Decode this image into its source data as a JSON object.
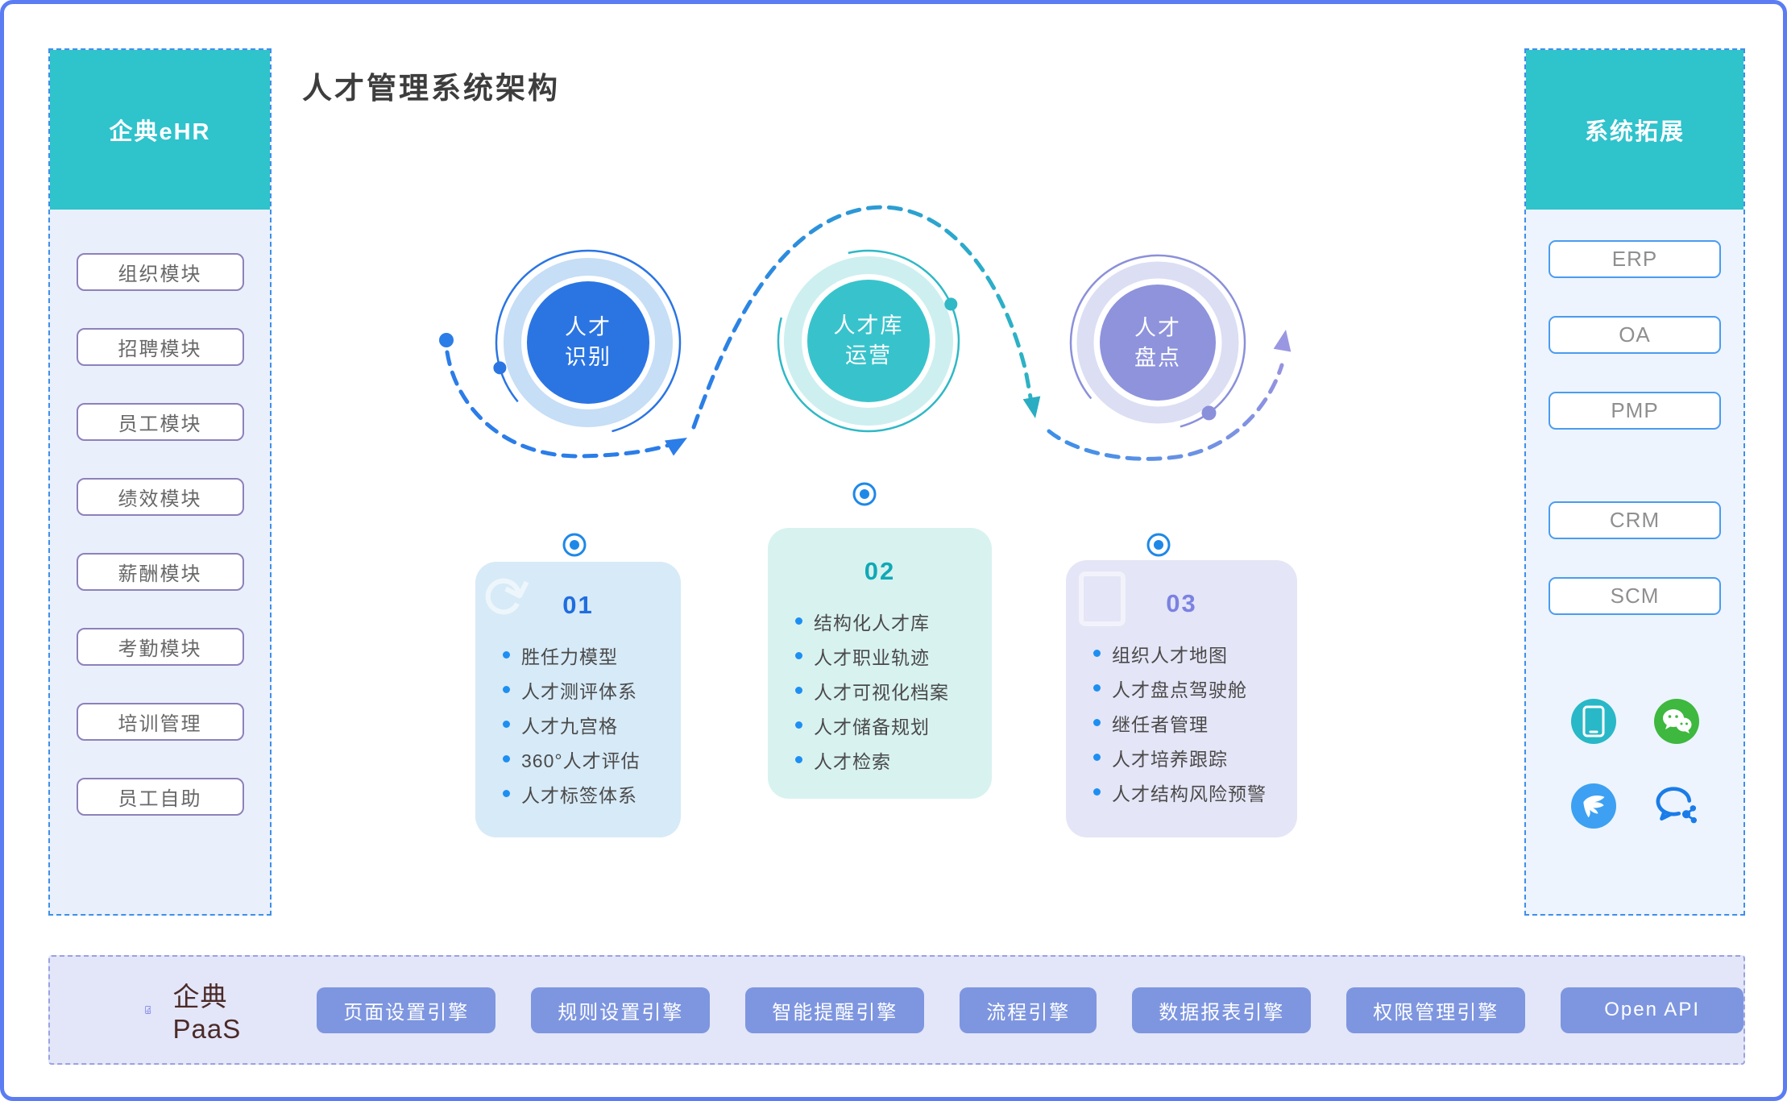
{
  "page_title": "人才管理系统架构",
  "left_sidebar": {
    "title": "企典eHR",
    "items": [
      "组织模块",
      "招聘模块",
      "员工模块",
      "绩效模块",
      "薪酬模块",
      "考勤模块",
      "培训管理",
      "员工自助"
    ]
  },
  "right_sidebar": {
    "title": "系统拓展",
    "systems": [
      "ERP",
      "OA",
      "PMP",
      "CRM",
      "SCM"
    ],
    "icons": [
      "mobile-app",
      "wechat",
      "dingtalk",
      "wecom"
    ]
  },
  "steps": [
    {
      "num": "01",
      "circle_line1": "人才",
      "circle_line2": "识别",
      "items": [
        "胜任力模型",
        "人才测评体系",
        "人才九宫格",
        "360°人才评估",
        "人才标签体系"
      ]
    },
    {
      "num": "02",
      "circle_line1": "人才库",
      "circle_line2": "运营",
      "items": [
        "结构化人才库",
        "人才职业轨迹",
        "人才可视化档案",
        "人才储备规划",
        "人才检索"
      ]
    },
    {
      "num": "03",
      "circle_line1": "人才",
      "circle_line2": "盘点",
      "items": [
        "组织人才地图",
        "人才盘点驾驶舱",
        "继任者管理",
        "人才培养跟踪",
        "人才结构风险预警"
      ]
    }
  ],
  "paas_bar": {
    "brand": "企典PaaS",
    "buttons": [
      "页面设置引擎",
      "规则设置引擎",
      "智能提醒引擎",
      "流程引擎",
      "数据报表引擎",
      "权限管理引擎",
      "Open API"
    ]
  },
  "colors": {
    "frame_border": "#5b7cf2",
    "panel_header_teal": "#2fc3cc",
    "step1_blue": "#2b75e3",
    "step2_teal": "#38c3cc",
    "step3_purple": "#8e93dc",
    "bullet_blue": "#1e8ff2",
    "engine_button": "#7e96e0"
  }
}
